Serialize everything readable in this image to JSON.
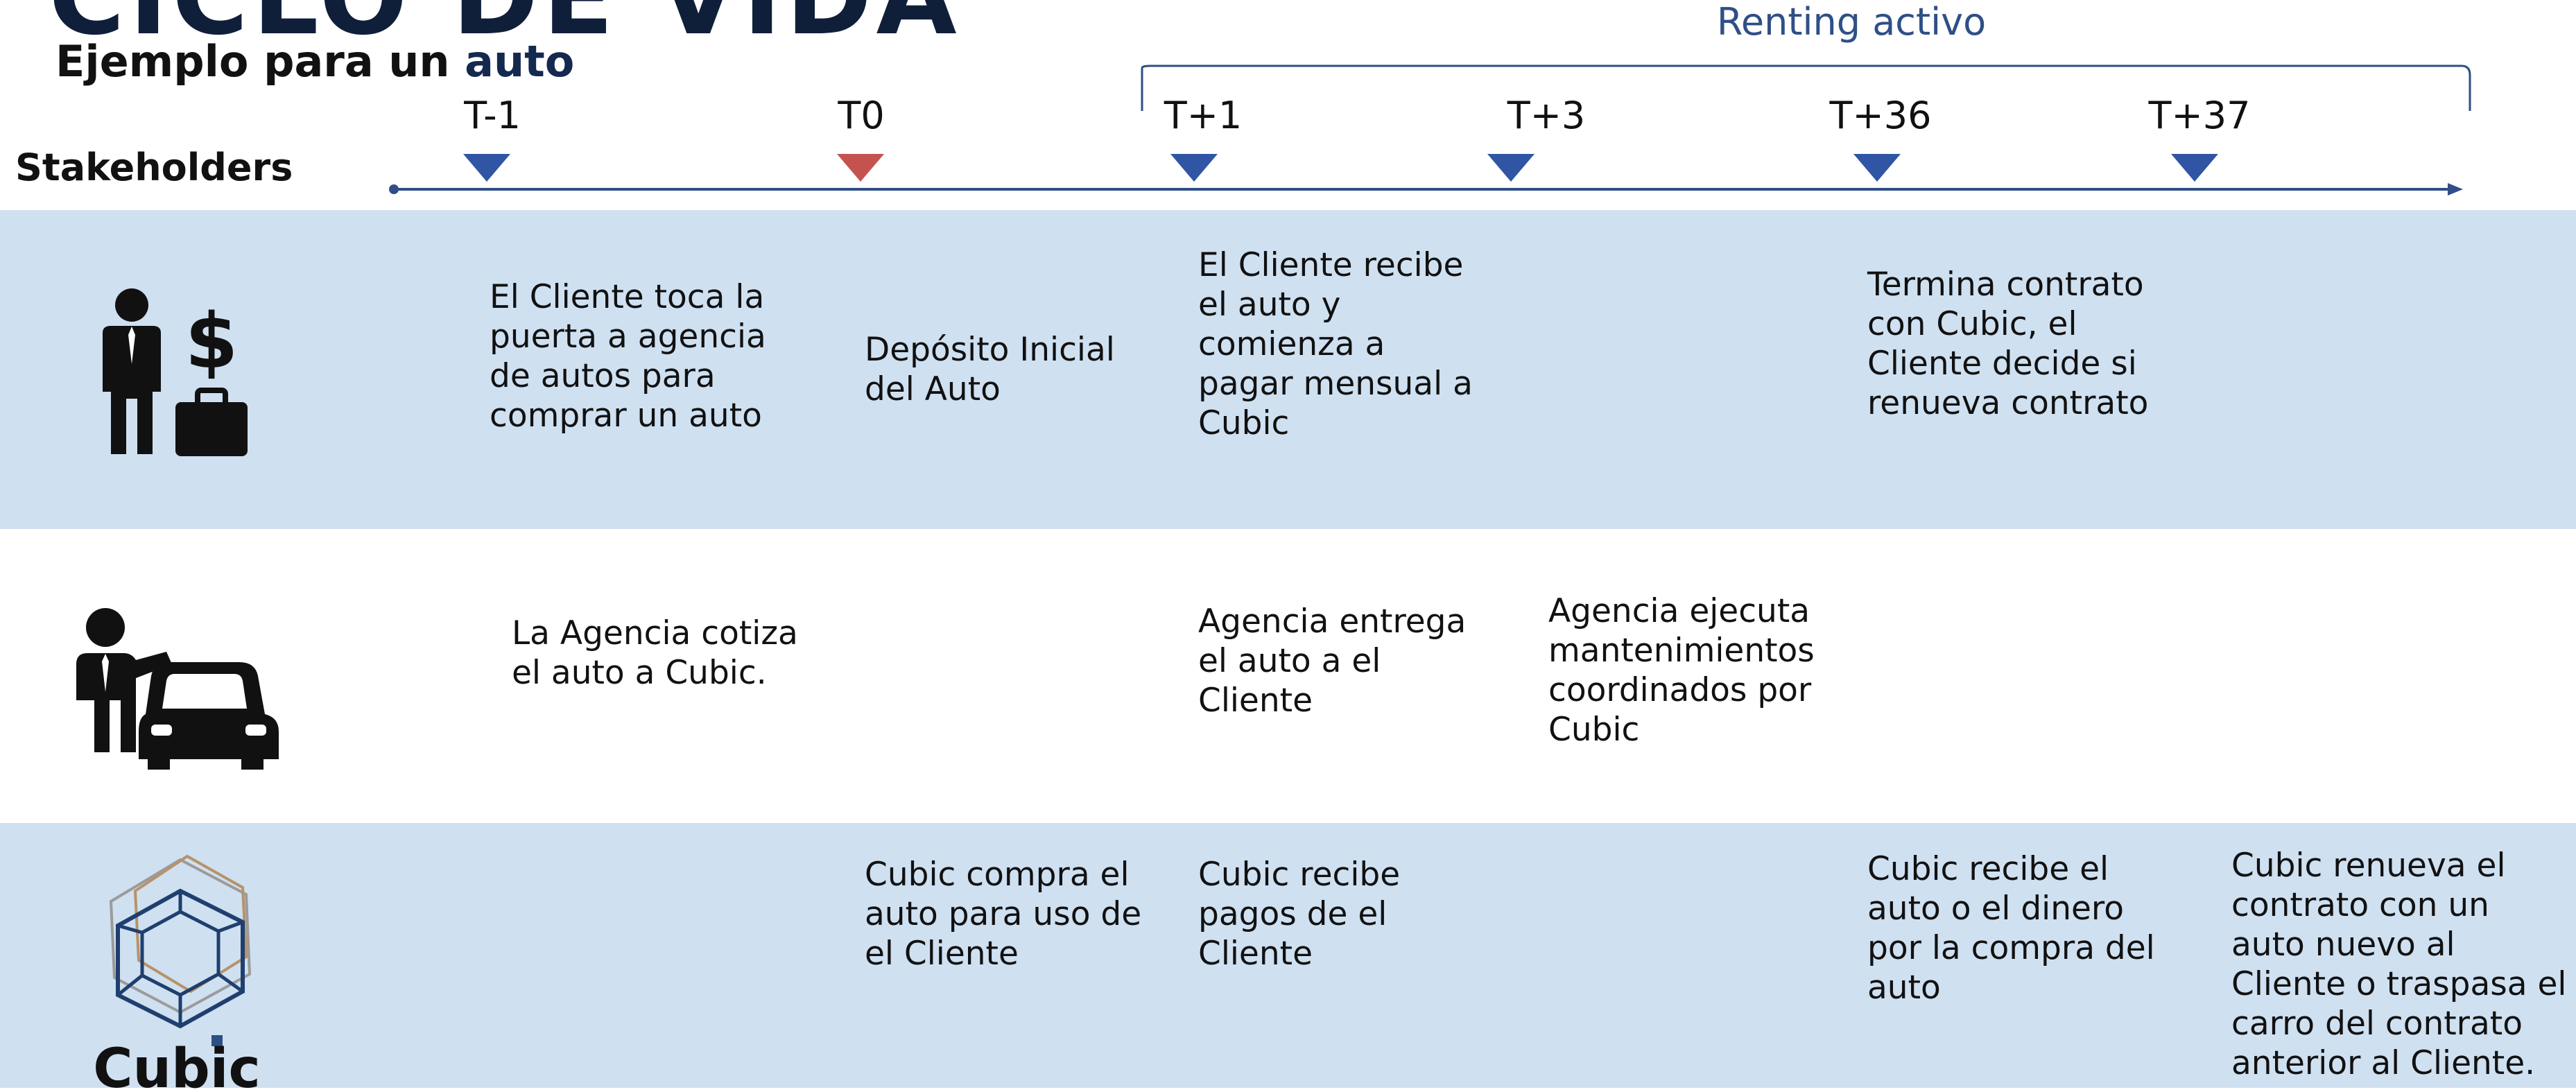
{
  "header": {
    "title_partial": "CICLO DE VIDA",
    "subtitle_prefix": "Ejemplo para un ",
    "subtitle_highlight": "auto"
  },
  "stakeholders_label": "Stakeholders",
  "renting_label": "Renting activo",
  "timeline": {
    "ticks": [
      {
        "label": "T-1",
        "color": "#2f55a4"
      },
      {
        "label": "T0",
        "color": "#c5524f"
      },
      {
        "label": "T+1",
        "color": "#2f55a4"
      },
      {
        "label": "T+3",
        "color": "#2f55a4"
      },
      {
        "label": "T+36",
        "color": "#2f55a4"
      },
      {
        "label": "T+37",
        "color": "#2f55a4"
      }
    ]
  },
  "rows": {
    "cliente": {
      "icon": "businessman-money-briefcase-icon",
      "cells": [
        "El Cliente toca la\npuerta a agencia\nde autos para\ncomprar un auto",
        "Depósito Inicial\n del Auto",
        "El Cliente recibe\nel auto y\ncomienza a\npagar mensual a\nCubic",
        "Termina contrato\ncon Cubic, el\nCliente decide si\nrenueva contrato"
      ]
    },
    "agencia": {
      "icon": "dealer-car-icon",
      "cells": [
        "La Agencia cotiza\nel auto a Cubic.",
        "Agencia entrega\nel auto a el\nCliente",
        "Agencia ejecuta\nmantenimientos\ncoordinados por\nCubic"
      ]
    },
    "cubic": {
      "icon": "cubic-logo-icon",
      "logo_text": "Cubic",
      "cells": [
        "Cubic compra el\nauto para uso de\nel Cliente",
        "Cubic recibe\npagos de el\nCliente",
        "Cubic recibe el\nauto o el dinero\npor la compra del\nauto",
        "Cubic renueva el\ncontrato con un\nauto nuevo al\nCliente o traspasa el\ncarro del contrato\nanterior al Cliente."
      ]
    }
  },
  "colors": {
    "band": "#cfe0f1",
    "timeline": "#2f4f86",
    "title": "#0f1f3a"
  }
}
